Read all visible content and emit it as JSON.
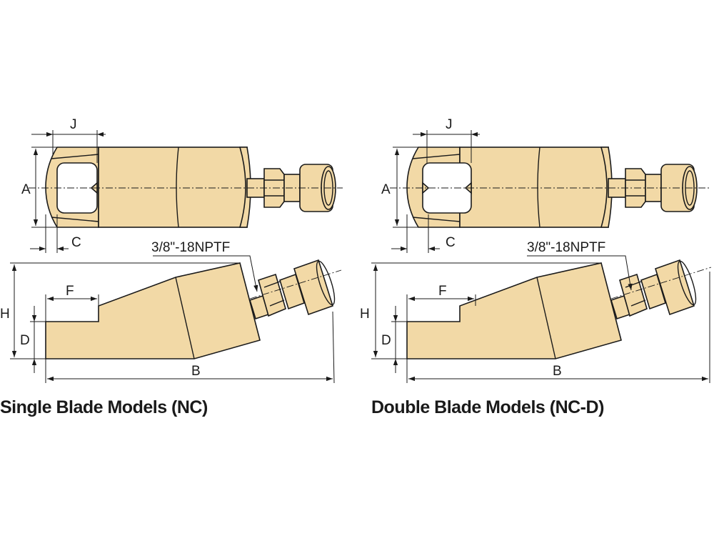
{
  "colors": {
    "body_fill": "#f2d9a6",
    "line": "#1a1a1a",
    "background": "#ffffff"
  },
  "views": [
    {
      "caption": "Single Blade Models (NC)",
      "port_label": "3/8\"-18NPTF",
      "dims": {
        "A": "A",
        "B": "B",
        "C": "C",
        "D": "D",
        "F": "F",
        "H": "H",
        "J": "J"
      }
    },
    {
      "caption": "Double Blade Models (NC-D)",
      "port_label": "3/8\"-18NPTF",
      "dims": {
        "A": "A",
        "B": "B",
        "C": "C",
        "D": "D",
        "F": "F",
        "H": "H",
        "J": "J"
      }
    }
  ]
}
